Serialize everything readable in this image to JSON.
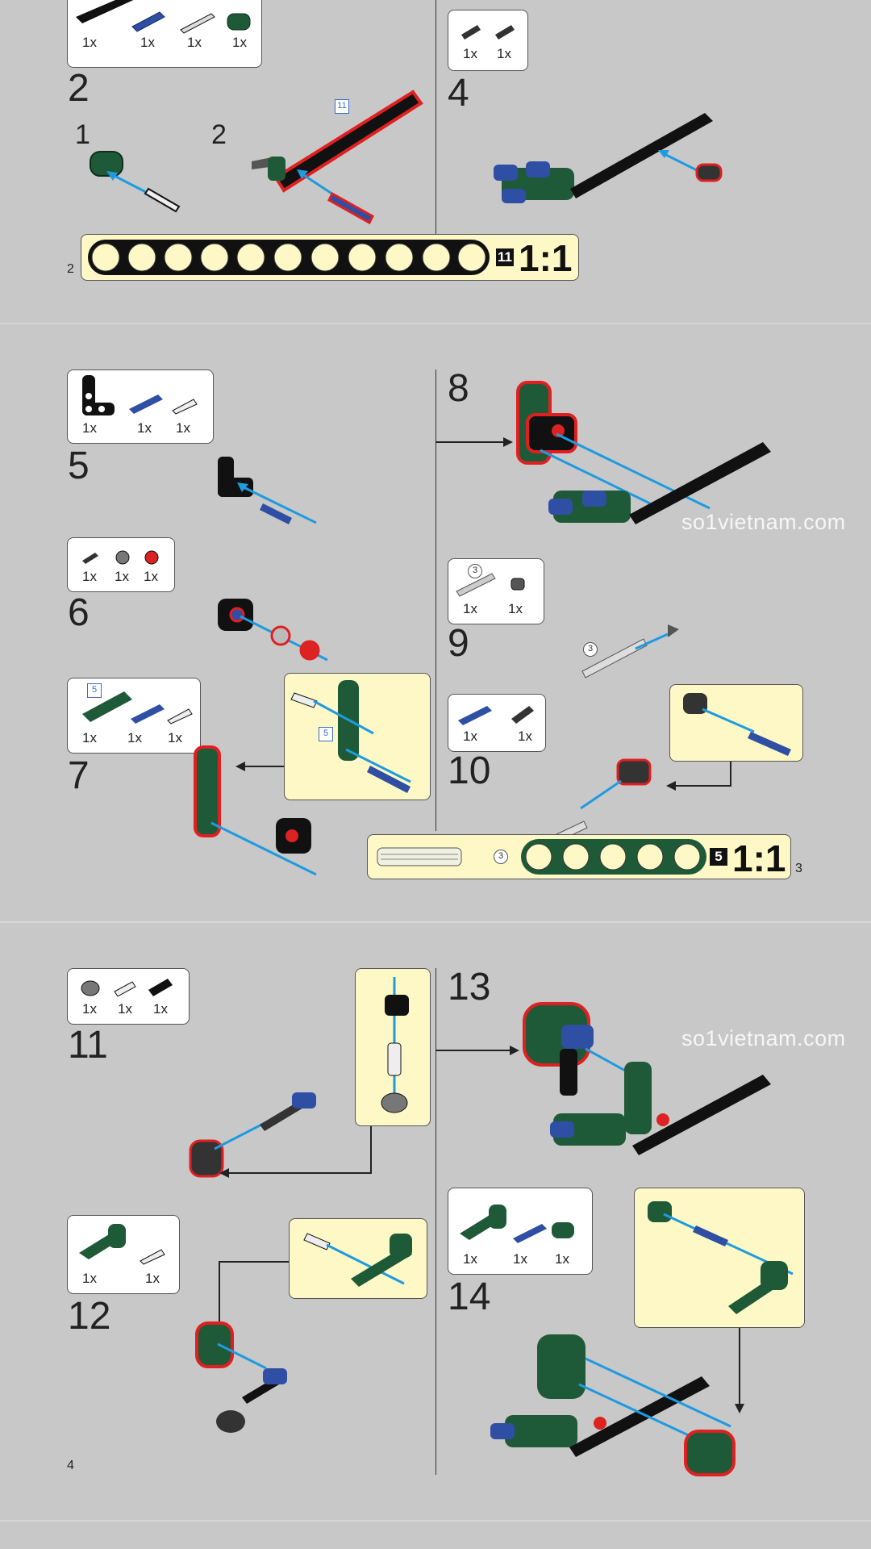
{
  "pages": {
    "top": {
      "page_number": "2"
    },
    "middle": {
      "page_number": "3"
    },
    "bottom": {
      "page_number": "4"
    }
  },
  "watermark": "so1vietnam.com",
  "steps": {
    "s2": {
      "number": "2",
      "sub1": "1",
      "sub2": "2",
      "length_badge": "11",
      "qty": [
        "1x",
        "1x",
        "1x",
        "1x"
      ]
    },
    "s4": {
      "number": "4",
      "qty": [
        "1x",
        "1x"
      ]
    },
    "s5": {
      "number": "5",
      "qty": [
        "1x",
        "1x",
        "1x"
      ]
    },
    "s6": {
      "number": "6",
      "qty": [
        "1x",
        "1x",
        "1x"
      ]
    },
    "s7": {
      "number": "7",
      "length_badge": "5",
      "qty": [
        "1x",
        "1x",
        "1x"
      ]
    },
    "s8": {
      "number": "8"
    },
    "s9": {
      "number": "9",
      "axle_badge": "3",
      "qty": [
        "1x",
        "1x"
      ]
    },
    "s10": {
      "number": "10",
      "qty": [
        "1x",
        "1x"
      ]
    },
    "s11": {
      "number": "11",
      "qty": [
        "1x",
        "1x",
        "1x"
      ]
    },
    "s12": {
      "number": "12",
      "qty": [
        "1x",
        "1x"
      ]
    },
    "s13": {
      "number": "13"
    },
    "s14": {
      "number": "14",
      "qty": [
        "1x",
        "1x",
        "1x"
      ]
    }
  },
  "scales": {
    "beam11": {
      "badge": "11",
      "ratio": "1:1"
    },
    "beam5": {
      "axle_badge": "3",
      "badge": "5",
      "ratio": "1:1"
    }
  },
  "colors": {
    "background": "#c8c8c8",
    "callout": "#fdf8c6",
    "green_part": "#1f5a38",
    "blue_part": "#2e4fa3",
    "highlight": "#e02020",
    "arrow": "#1e9be0"
  }
}
